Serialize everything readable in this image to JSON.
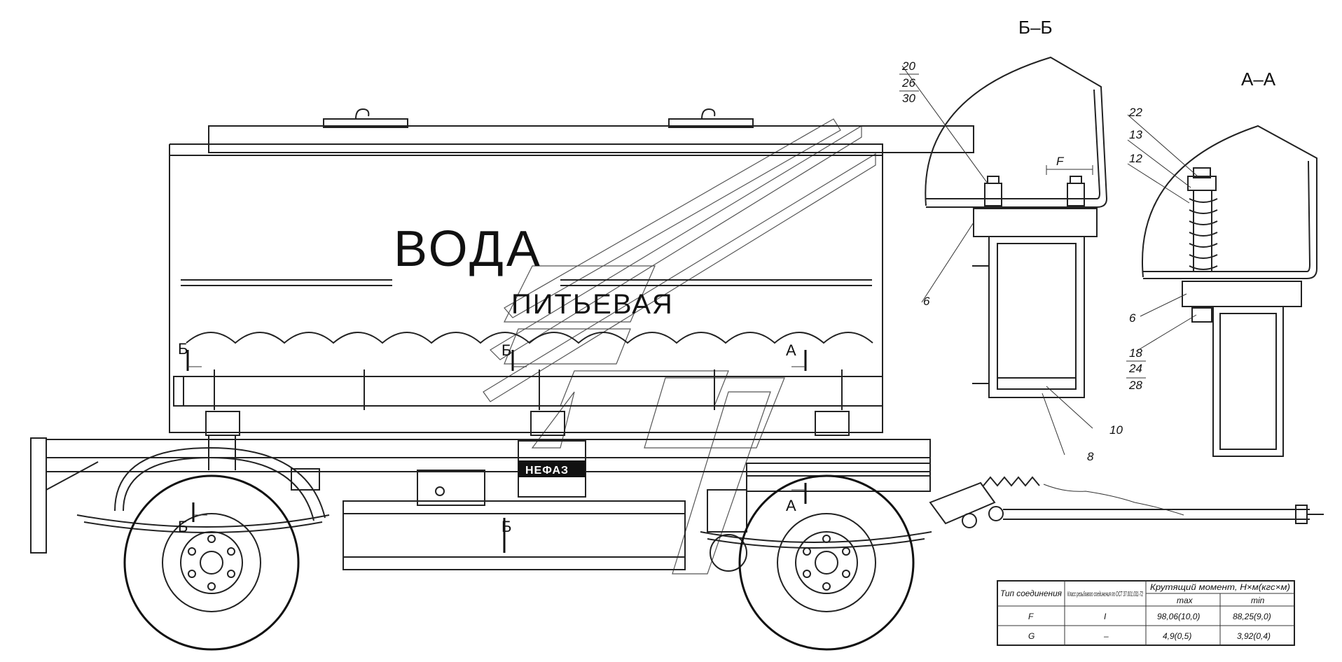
{
  "tank_label_main": "ВОДА",
  "tank_label_sub": "ПИТЬЕВАЯ",
  "brand_plate": "НЕФАЗ",
  "section_b": "Б–Б",
  "section_a": "А–А",
  "cut_marks": {
    "b1": "Б",
    "b2": "Б",
    "a1": "А",
    "b3": "Б",
    "b4": "Б",
    "a2": "А"
  },
  "dimension_label": "F",
  "callouts_bb": {
    "top": [
      "20",
      "26",
      "30"
    ],
    "c6": "6",
    "c8": "8",
    "c10": "10"
  },
  "callouts_aa": {
    "top": [
      "22",
      "13",
      "12"
    ],
    "c6": "6",
    "bottom": [
      "18",
      "24",
      "28"
    ]
  },
  "torque_table": {
    "col_type": "Тип соединения",
    "col_class": "Класс резьбового соединения по ОСТ 37.001.031-72",
    "col_torque": "Крутящий момент, Н×м(кгс×м)",
    "col_max": "max",
    "col_min": "min",
    "rows": [
      {
        "type": "F",
        "class": "I",
        "max": "98,06(10,0)",
        "min": "88,25(9,0)"
      },
      {
        "type": "G",
        "class": "–",
        "max": "4,9(0,5)",
        "min": "3,92(0,4)"
      }
    ]
  }
}
